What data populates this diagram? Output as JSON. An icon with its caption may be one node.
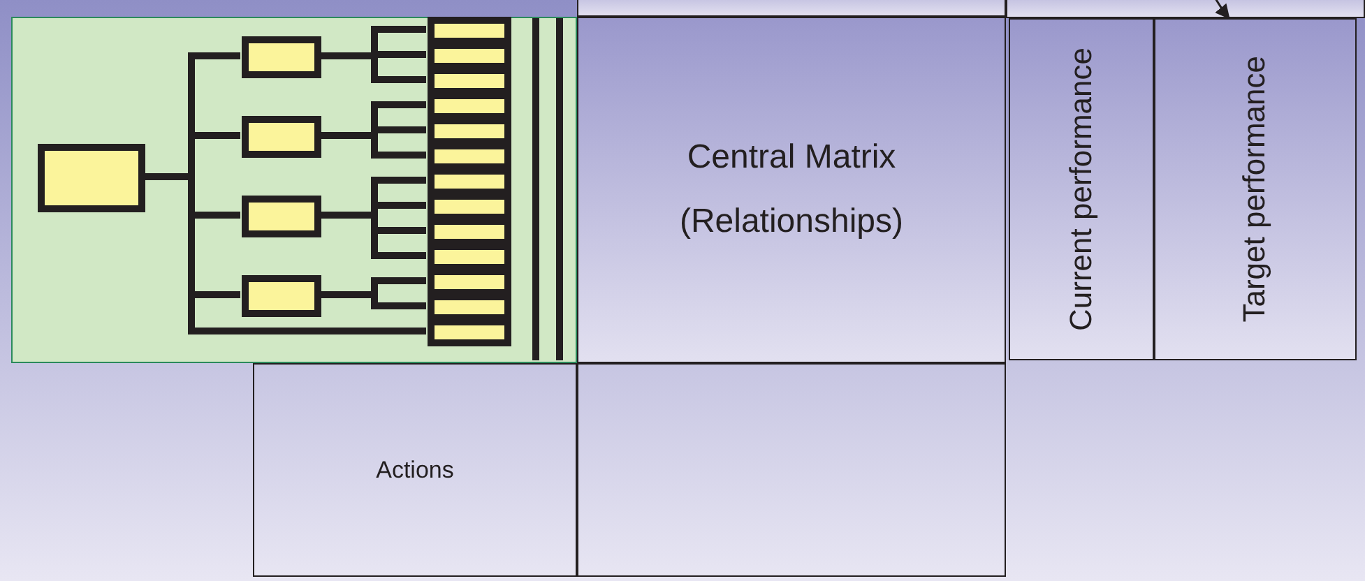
{
  "diagram": {
    "nodes": [
      {
        "text": [],
        "shape": "box"
      },
      {
        "text": [],
        "shape": "box"
      },
      {
        "text": [],
        "shape": "box"
      },
      {
        "text": [],
        "shape": "box",
        "in": 2
      },
      {
        "text": [],
        "shape": "box",
        "in": 2
      },
      {
        "text": [],
        "shape": "box",
        "in": 2
      },
      {
        "text": [],
        "shape": "box",
        "in": 2
      },
      {
        "text": [],
        "shape": "box",
        "in": 2
      },
      {
        "text": [],
        "shape": "box",
        "in": 2
      },
      {
        "text": [],
        "shape": "box",
        "in": 2
      },
      {
        "text": [],
        "shape": "box",
        "in": 2
      },
      {
        "text": [],
        "shape": "box",
        "in": 2
      },
      {
        "text": [],
        "shape": "box",
        "in": 2
      },
      {
        "text": [],
        "shape": "box",
        "in": 2
      },
      {
        "text": [],
        "shape": "box",
        "in": 2
      },
      {
        "text": [],
        "shape": "box",
        "in": 2
      },
      {
        "text": [],
        "shape": "box",
        "in": 2
      },
      {
        "text": [],
        "shape": "box",
        "in": 2
      },
      {
        "text": [],
        "shape": "box",
        "in": 2
      },
      {
        "text": [],
        "shape": "box",
        "in": 2
      },
      {
        "text": [],
        "shape": "box",
        "in": 2
      },
      {
        "text": [
          "Central Matrix",
          "(Relationships)"
        ]
      },
      {
        "text": [
          "Current performance"
        ]
      },
      {
        "text": [
          "Target performance"
        ]
      },
      {
        "text": [
          "Actions"
        ]
      },
      {
        "text": [],
        "shape": "box"
      }
    ],
    "edges": [
      {
        "from": 3,
        "to": 4,
        "arrow": "none"
      },
      {
        "from": 3,
        "to": 5,
        "arrow": "none"
      },
      {
        "from": 3,
        "to": 6,
        "arrow": "none"
      },
      {
        "from": 3,
        "to": 7,
        "arrow": "none"
      },
      {
        "from": 3,
        "to": 20,
        "arrow": "none"
      },
      {
        "from": 4,
        "to": 8,
        "arrow": "none"
      },
      {
        "from": 4,
        "to": 9,
        "arrow": "none"
      },
      {
        "from": 4,
        "to": 10,
        "arrow": "none"
      },
      {
        "from": 5,
        "to": 11,
        "arrow": "none"
      },
      {
        "from": 5,
        "to": 12,
        "arrow": "none"
      },
      {
        "from": 5,
        "to": 13,
        "arrow": "none"
      },
      {
        "from": 6,
        "to": 14,
        "arrow": "none"
      },
      {
        "from": 6,
        "to": 15,
        "arrow": "none"
      },
      {
        "from": 6,
        "to": 16,
        "arrow": "none"
      },
      {
        "from": 6,
        "to": 17,
        "arrow": "none"
      },
      {
        "from": 7,
        "to": 18,
        "arrow": "none"
      },
      {
        "from": 7,
        "to": 19,
        "arrow": "none"
      },
      {
        "from": 1,
        "to": 23,
        "arrow": "to"
      }
    ]
  }
}
